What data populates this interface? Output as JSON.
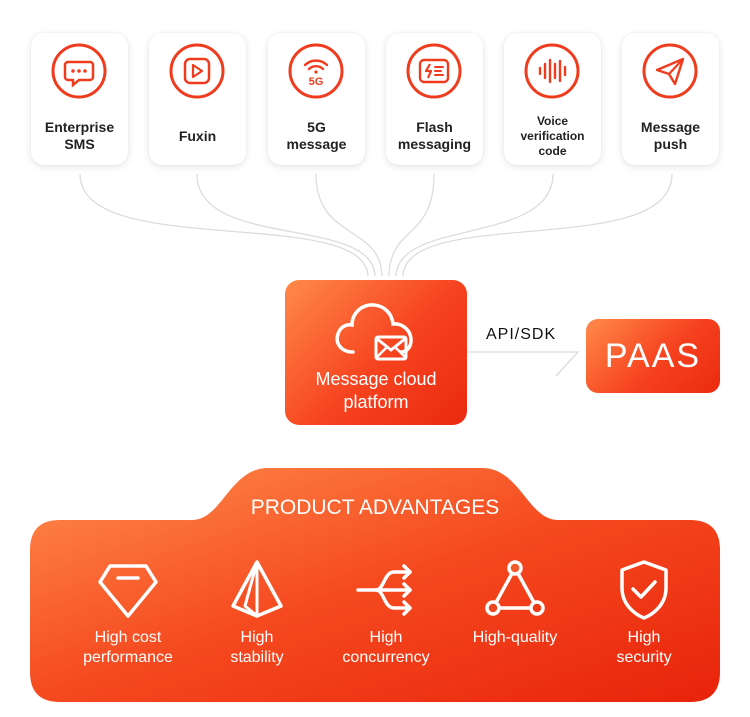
{
  "channels": [
    {
      "label": "Enterprise\nSMS",
      "icon": "chat-bubble-icon"
    },
    {
      "label": "Fuxin",
      "icon": "play-icon"
    },
    {
      "label": "5G\nmessage",
      "icon": "5g-signal-icon",
      "badge": "5G"
    },
    {
      "label": "Flash\nmessaging",
      "icon": "flash-message-icon"
    },
    {
      "label": "Voice\nverification\ncode",
      "icon": "voice-wave-icon"
    },
    {
      "label": "Message\npush",
      "icon": "paper-plane-icon"
    }
  ],
  "platform": {
    "label": "Message cloud\nplatform",
    "icon": "cloud-mail-icon"
  },
  "connector": {
    "label": "API/SDK"
  },
  "paas": {
    "label": "PAAS"
  },
  "advantages": {
    "title": "PRODUCT ADVANTAGES",
    "items": [
      {
        "label": "High cost\nperformance",
        "icon": "diamond-icon"
      },
      {
        "label": "High\nstability",
        "icon": "pyramid-icon"
      },
      {
        "label": "High\nconcurrency",
        "icon": "branching-arrows-icon"
      },
      {
        "label": "High-quality",
        "icon": "triangle-nodes-icon"
      },
      {
        "label": "High\nsecurity",
        "icon": "shield-check-icon"
      }
    ]
  },
  "colors": {
    "accent": "#f03c1e",
    "gradient_start": "#ff8a4a",
    "gradient_end": "#e8230a"
  }
}
